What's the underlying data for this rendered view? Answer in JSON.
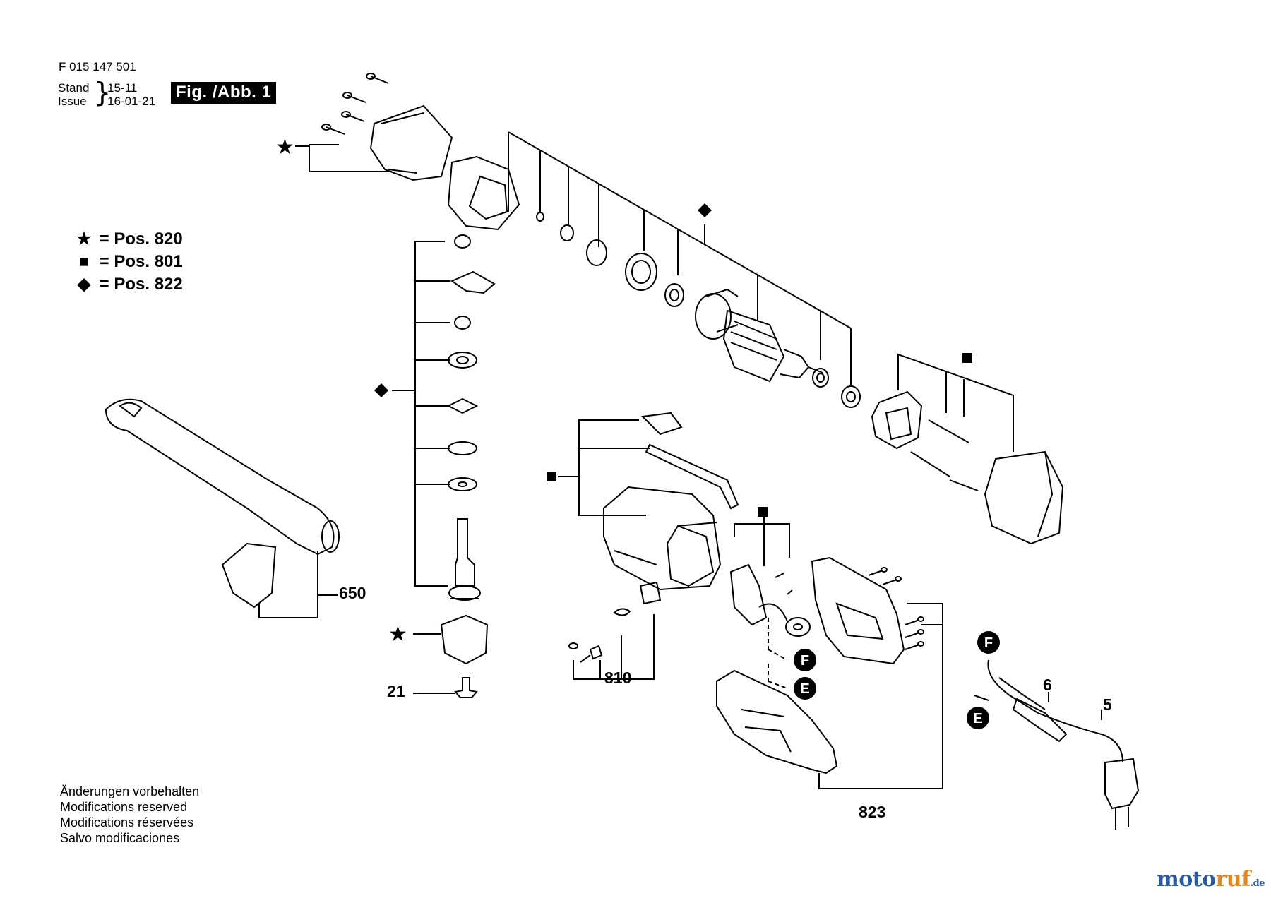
{
  "header": {
    "doc_number": "F 015 147 501",
    "stand_label": "Stand",
    "issue_label": "Issue",
    "stand_value": "15-11",
    "issue_value": "16-01-21",
    "fig_label": "Fig. /Abb. 1"
  },
  "legend": [
    {
      "symbol": "★",
      "icon": "star-icon",
      "text": "= Pos. 820"
    },
    {
      "symbol": "■",
      "icon": "square-icon",
      "text": "= Pos. 801"
    },
    {
      "symbol": "◆",
      "icon": "diamond-icon",
      "text": "= Pos. 822"
    }
  ],
  "part_labels": {
    "p650": "650",
    "p21": "21",
    "p810": "810",
    "p823": "823",
    "p6": "6",
    "p5": "5"
  },
  "connectors": {
    "F": "F",
    "E": "E"
  },
  "footer": [
    "Änderungen vorbehalten",
    "Modifications reserved",
    "Modifications réservées",
    "Salvo modificaciones"
  ],
  "watermark": {
    "part1": "moto",
    "part2": "ruf",
    "part3": ".de"
  }
}
